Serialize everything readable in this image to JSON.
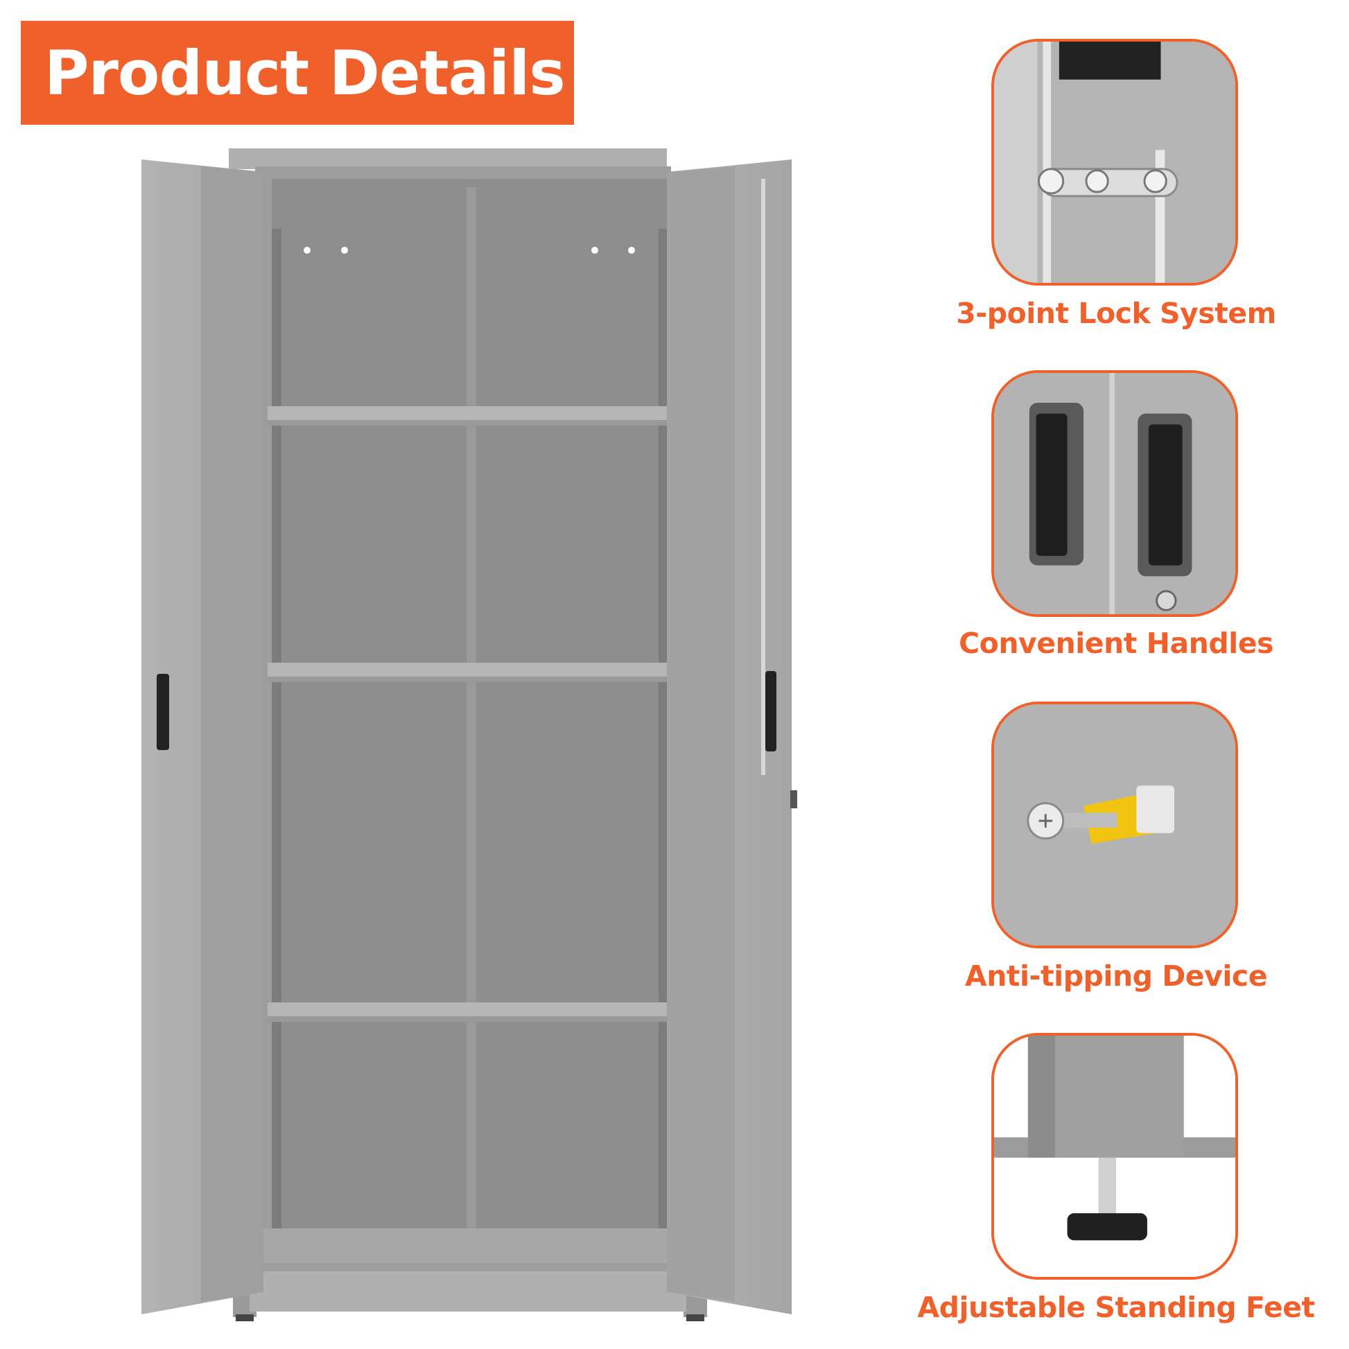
{
  "header": {
    "title": "Product Details"
  },
  "details": [
    {
      "label": "3-point Lock System",
      "icon": "lock-latch-icon"
    },
    {
      "label": "Convenient Handles",
      "icon": "handle-icon"
    },
    {
      "label": "Anti-tipping Device",
      "icon": "wall-anchor-icon"
    },
    {
      "label": "Adjustable Standing Feet",
      "icon": "leveling-foot-icon"
    }
  ],
  "colors": {
    "accent": "#f0602a",
    "cabinet_grey": "#a9a9a9",
    "cabinet_dark": "#8f8f8f",
    "handle_black": "#222222"
  }
}
